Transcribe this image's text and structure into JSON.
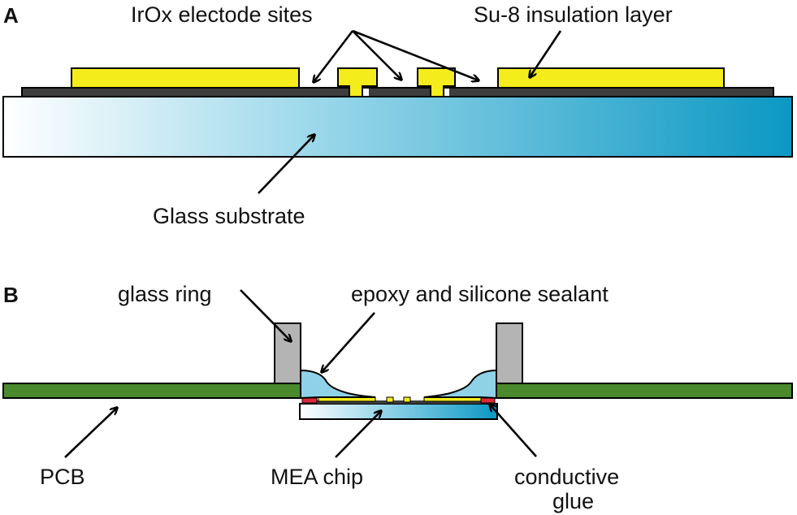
{
  "panel_a": {
    "letter": "A",
    "labels": {
      "electrode_sites": "IrOx electode sites",
      "insulation": "Su-8 insulation layer",
      "substrate": "Glass substrate"
    }
  },
  "panel_b": {
    "letter": "B",
    "labels": {
      "glass_ring": "glass ring",
      "sealant": "epoxy and silicone sealant",
      "pcb": "PCB",
      "mea_chip": "MEA chip",
      "conductive_glue_line1": "conductive",
      "conductive_glue_line2": "glue"
    }
  },
  "colors": {
    "su8_yellow": "#f5ec1c",
    "dark_layer": "#3d3d3d",
    "glass_light": "#ffffff",
    "glass_dark": "#0b98c3",
    "pcb_green": "#4a8a2c",
    "ring_gray": "#b4b4b4",
    "sealant_blue": "#8fd2e8",
    "glue_red": "#e0283c"
  }
}
